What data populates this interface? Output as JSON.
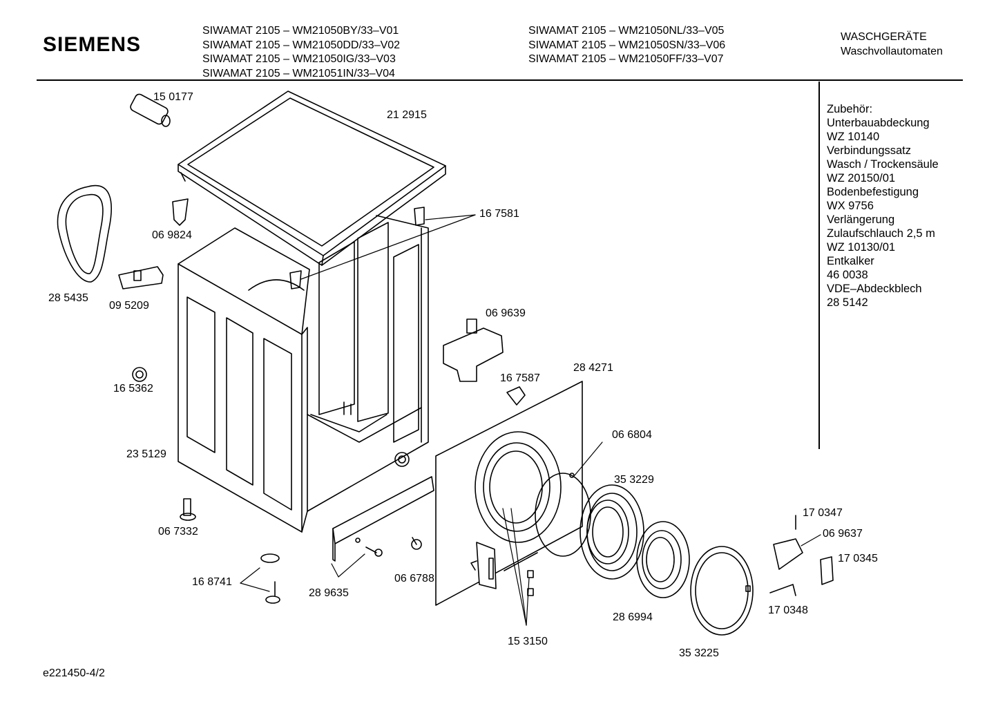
{
  "brand": "SIEMENS",
  "models_col1": [
    "SIWAMAT 2105 – WM21050BY/33–V01",
    "SIWAMAT 2105 – WM21050DD/33–V02",
    "SIWAMAT 2105 – WM21050IG/33–V03",
    "SIWAMAT 2105 – WM21051IN/33–V04"
  ],
  "models_col2": [
    "SIWAMAT 2105 – WM21050NL/33–V05",
    "SIWAMAT 2105 – WM21050SN/33–V06",
    "SIWAMAT 2105 – WM21050FF/33–V07"
  ],
  "category": [
    "WASCHGERÄTE",
    "Waschvollautomaten"
  ],
  "accessories": [
    "Zubehör:",
    "Unterbauabdeckung",
    "WZ 10140",
    "Verbindungssatz",
    "Wasch / Trockensäule",
    "WZ 20150/01",
    "Bodenbefestigung",
    "WX 9756",
    "Verlängerung",
    "Zulaufschlauch 2,5 m",
    "WZ 10130/01",
    "Entkalker",
    "46 0038",
    "VDE–Abdeckblech",
    "28 5142"
  ],
  "parts": {
    "p150177": "15 0177",
    "p212915": "21 2915",
    "p069824": "06 9824",
    "p167581": "16 7581",
    "p285435": "28 5435",
    "p095209": "09 5209",
    "p069639": "06 9639",
    "p165362": "16 5362",
    "p167587": "16 7587",
    "p284271": "28 4271",
    "p066804": "06 6804",
    "p235129": "23 5129",
    "p353229": "35 3229",
    "p067332": "06 7332",
    "p170347": "17 0347",
    "p069637": "06 9637",
    "p170345": "17 0345",
    "p168741": "16 8741",
    "p289635": "28 9635",
    "p066788": "06 6788",
    "p286994": "28 6994",
    "p170348": "17 0348",
    "p153150": "15 3150",
    "p353225": "35 3225"
  },
  "footer": "e221450-4/2"
}
